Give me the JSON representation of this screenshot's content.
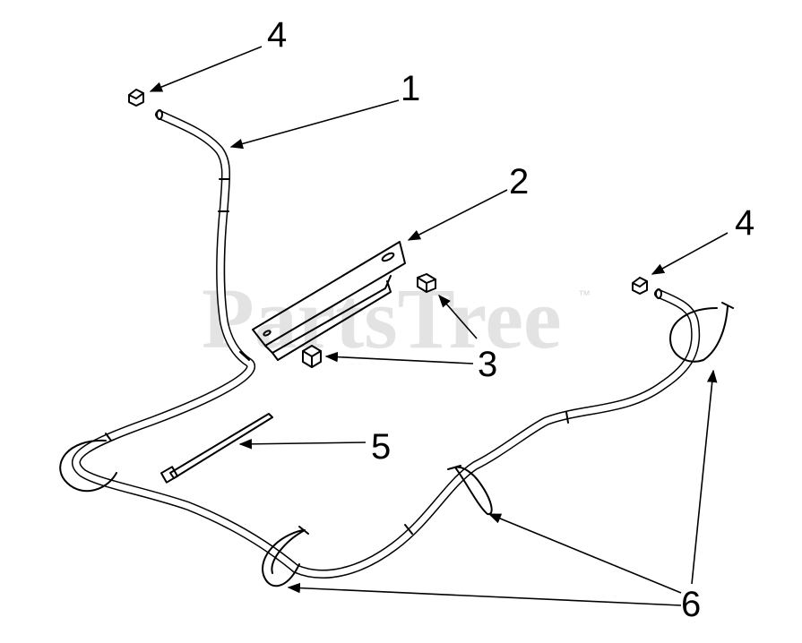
{
  "watermark": {
    "text": "PartsTree",
    "trademark": "™"
  },
  "callouts": {
    "c1": "1",
    "c2": "2",
    "c3": "3",
    "c4_left": "4",
    "c4_right": "4",
    "c5": "5",
    "c6": "6"
  }
}
